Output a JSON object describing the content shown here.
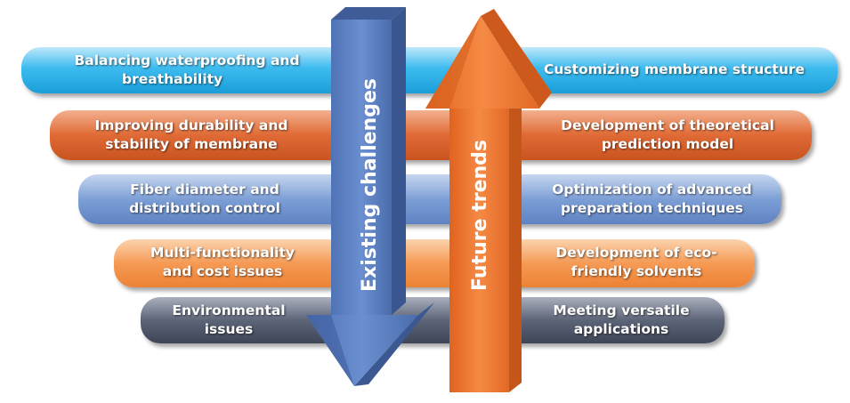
{
  "left_items": [
    {
      "line1": "Balancing waterproofing and",
      "line2": "breathability"
    },
    {
      "line1": "Improving durability and",
      "line2": "stability of membrane"
    },
    {
      "line1": "Fiber diameter and",
      "line2": "distribution control"
    },
    {
      "line1": "Multi-functionality",
      "line2": "and cost issues"
    },
    {
      "line1": "Environmental",
      "line2": "issues"
    }
  ],
  "right_items": [
    {
      "line1": "Customizing membrane structure",
      "line2": ""
    },
    {
      "line1": "Development of theoretical",
      "line2": "prediction model"
    },
    {
      "line1": "Optimization of advanced",
      "line2": "preparation techniques"
    },
    {
      "line1": "Development of eco-",
      "line2": "friendly solvents"
    },
    {
      "line1": "Meeting versatile",
      "line2": "applications"
    }
  ],
  "arrows": {
    "down_label": "Existing challenges",
    "up_label": "Future trends"
  },
  "colors": {
    "row1": "#1a9ed8",
    "row2": "#e06a35",
    "row3": "#7d9fd6",
    "row4": "#f69a55",
    "row5": "#3e4557",
    "down_arrow": "#5a7ec0",
    "up_arrow": "#ee7c37"
  }
}
